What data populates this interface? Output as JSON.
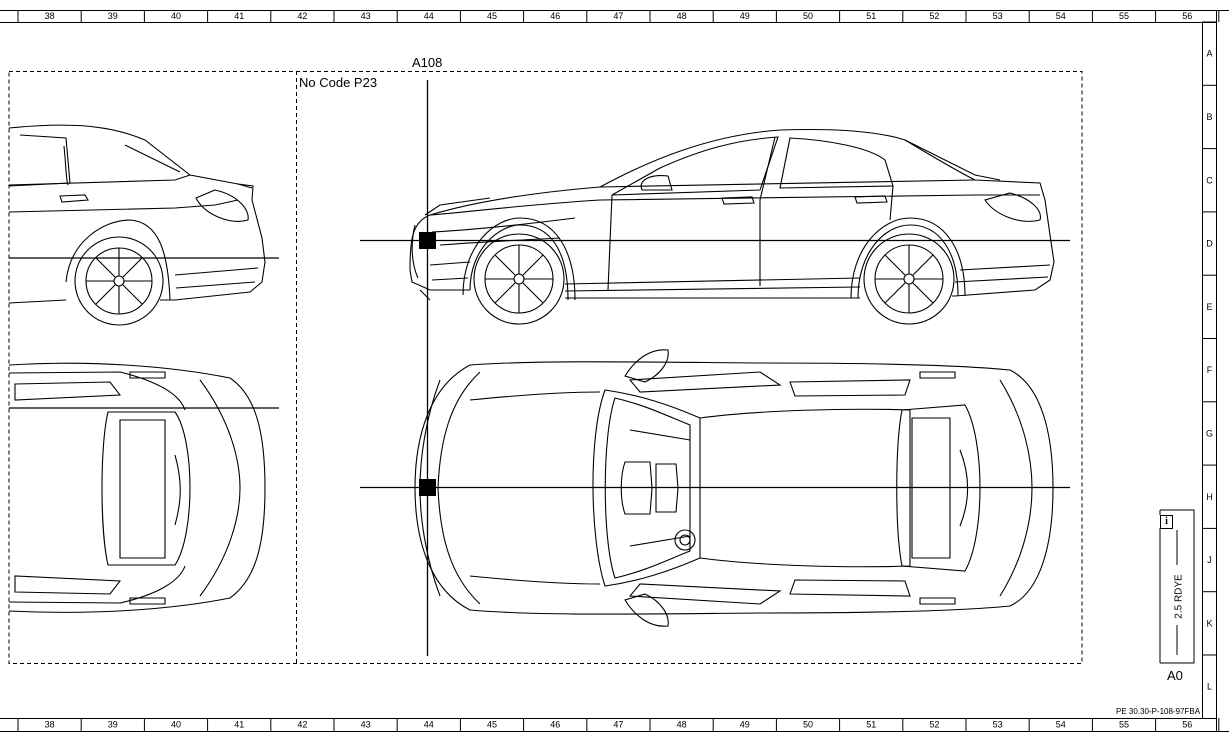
{
  "ruler": {
    "columns": [
      "38",
      "39",
      "40",
      "41",
      "42",
      "43",
      "44",
      "45",
      "46",
      "47",
      "48",
      "49",
      "50",
      "51",
      "52",
      "53",
      "54",
      "55",
      "56"
    ],
    "rows": [
      "A",
      "B",
      "C",
      "D",
      "E",
      "F",
      "G",
      "H",
      "J",
      "K",
      "L"
    ]
  },
  "diagram": {
    "component_label": "A108",
    "code_label": "No Code P23",
    "wire_label": "2.5 RDYE",
    "location_label": "A0",
    "reference": "PE 30.30-P-108-97FBA",
    "info_icon_glyph": "i"
  },
  "colors": {
    "line": "#000000",
    "background": "#ffffff"
  }
}
